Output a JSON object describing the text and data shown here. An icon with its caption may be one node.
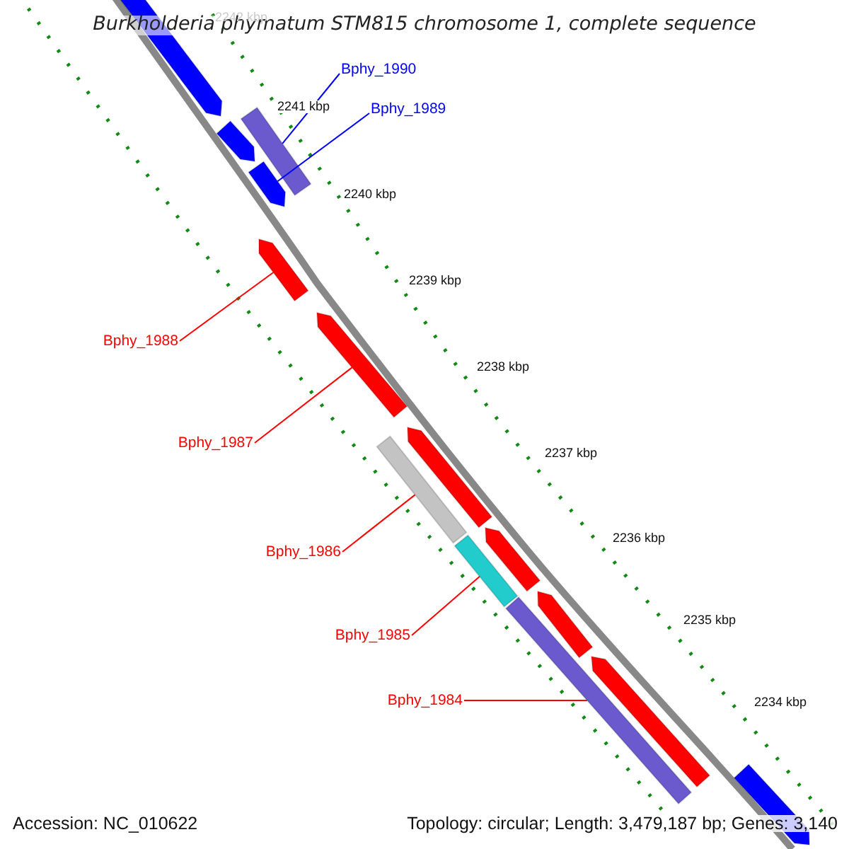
{
  "diagram": {
    "title": "Burkholderia phymatum STM815 chromosome 1, complete sequence",
    "nodes": [
      {
        "text": [
          "Bphy_1990"
        ]
      },
      {
        "text": [
          "Bphy_1989"
        ]
      },
      {
        "text": [
          "Bphy_1988"
        ]
      },
      {
        "text": [
          "Bphy_1987"
        ]
      },
      {
        "text": [
          "Bphy_1986"
        ]
      },
      {
        "text": [
          "Bphy_1985"
        ]
      },
      {
        "text": [
          "Bphy_1984"
        ]
      },
      {
        "text": [],
        "shape": "arrow"
      },
      {
        "text": [],
        "shape": "bar"
      },
      {
        "text": [],
        "shape": "arrow"
      },
      {
        "text": [],
        "shape": "arrow"
      },
      {
        "text": [],
        "shape": "arrow"
      },
      {
        "text": [],
        "shape": "arrow"
      },
      {
        "text": [],
        "shape": "arrow"
      },
      {
        "text": [],
        "shape": "bar"
      },
      {
        "text": [],
        "shape": "arrow"
      },
      {
        "text": [],
        "shape": "bar"
      },
      {
        "text": [],
        "shape": "arrow"
      },
      {
        "text": [],
        "shape": "bar"
      },
      {
        "text": [],
        "shape": "arrow"
      },
      {
        "text": [],
        "shape": "arrow"
      }
    ],
    "edges": [
      {
        "from": 0,
        "to": 8,
        "arrow": "none",
        "color": "#0000ff"
      },
      {
        "from": 1,
        "to": 10,
        "arrow": "none",
        "color": "#0000ff"
      },
      {
        "from": 2,
        "to": 11,
        "arrow": "none"
      },
      {
        "from": 3,
        "to": 12,
        "arrow": "none"
      },
      {
        "from": 4,
        "to": 14,
        "arrow": "none"
      },
      {
        "from": 5,
        "to": 16,
        "arrow": "none"
      },
      {
        "from": 6,
        "to": 18,
        "arrow": "none"
      }
    ],
    "labels": [
      "2242 kbp",
      "2241 kbp",
      "2240 kbp",
      "2239 kbp",
      "2238 kbp",
      "2237 kbp",
      "2236 kbp",
      "2235 kbp",
      "2234 kbp",
      "Accession: NC_010622",
      "Topology: circular; Length: 3,479,187 bp; Genes: 3,140"
    ]
  }
}
